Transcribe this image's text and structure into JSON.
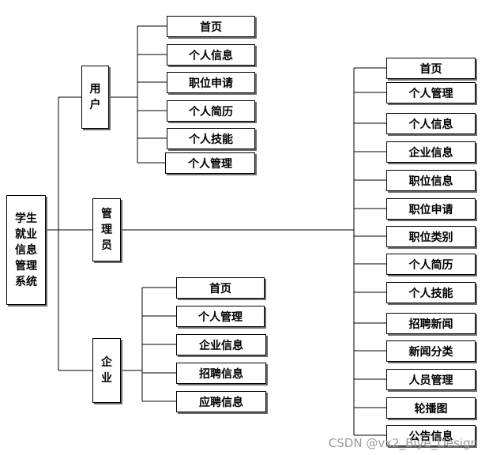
{
  "root": {
    "chars": [
      "学生",
      "就业",
      "信息",
      "管理",
      "系统"
    ]
  },
  "roles": {
    "user": {
      "chars": [
        "用",
        "户"
      ]
    },
    "admin": {
      "chars": [
        "管",
        "理",
        "员"
      ]
    },
    "company": {
      "chars": [
        "企",
        "业"
      ]
    }
  },
  "user_items": [
    "首页",
    "个人信息",
    "职位申请",
    "个人简历",
    "个人技能",
    "个人管理"
  ],
  "company_items": [
    "首页",
    "个人管理",
    "企业信息",
    "招聘信息",
    "应聘信息"
  ],
  "admin_items": [
    "首页",
    "个人管理",
    "个人信息",
    "企业信息",
    "职位信息",
    "职位申请",
    "职位类别",
    "个人简历",
    "个人技能",
    "招聘新闻",
    "新闻分类",
    "人员管理",
    "轮播图",
    "公告信息"
  ],
  "watermark": "CSDN @vx2_Biye_Design"
}
